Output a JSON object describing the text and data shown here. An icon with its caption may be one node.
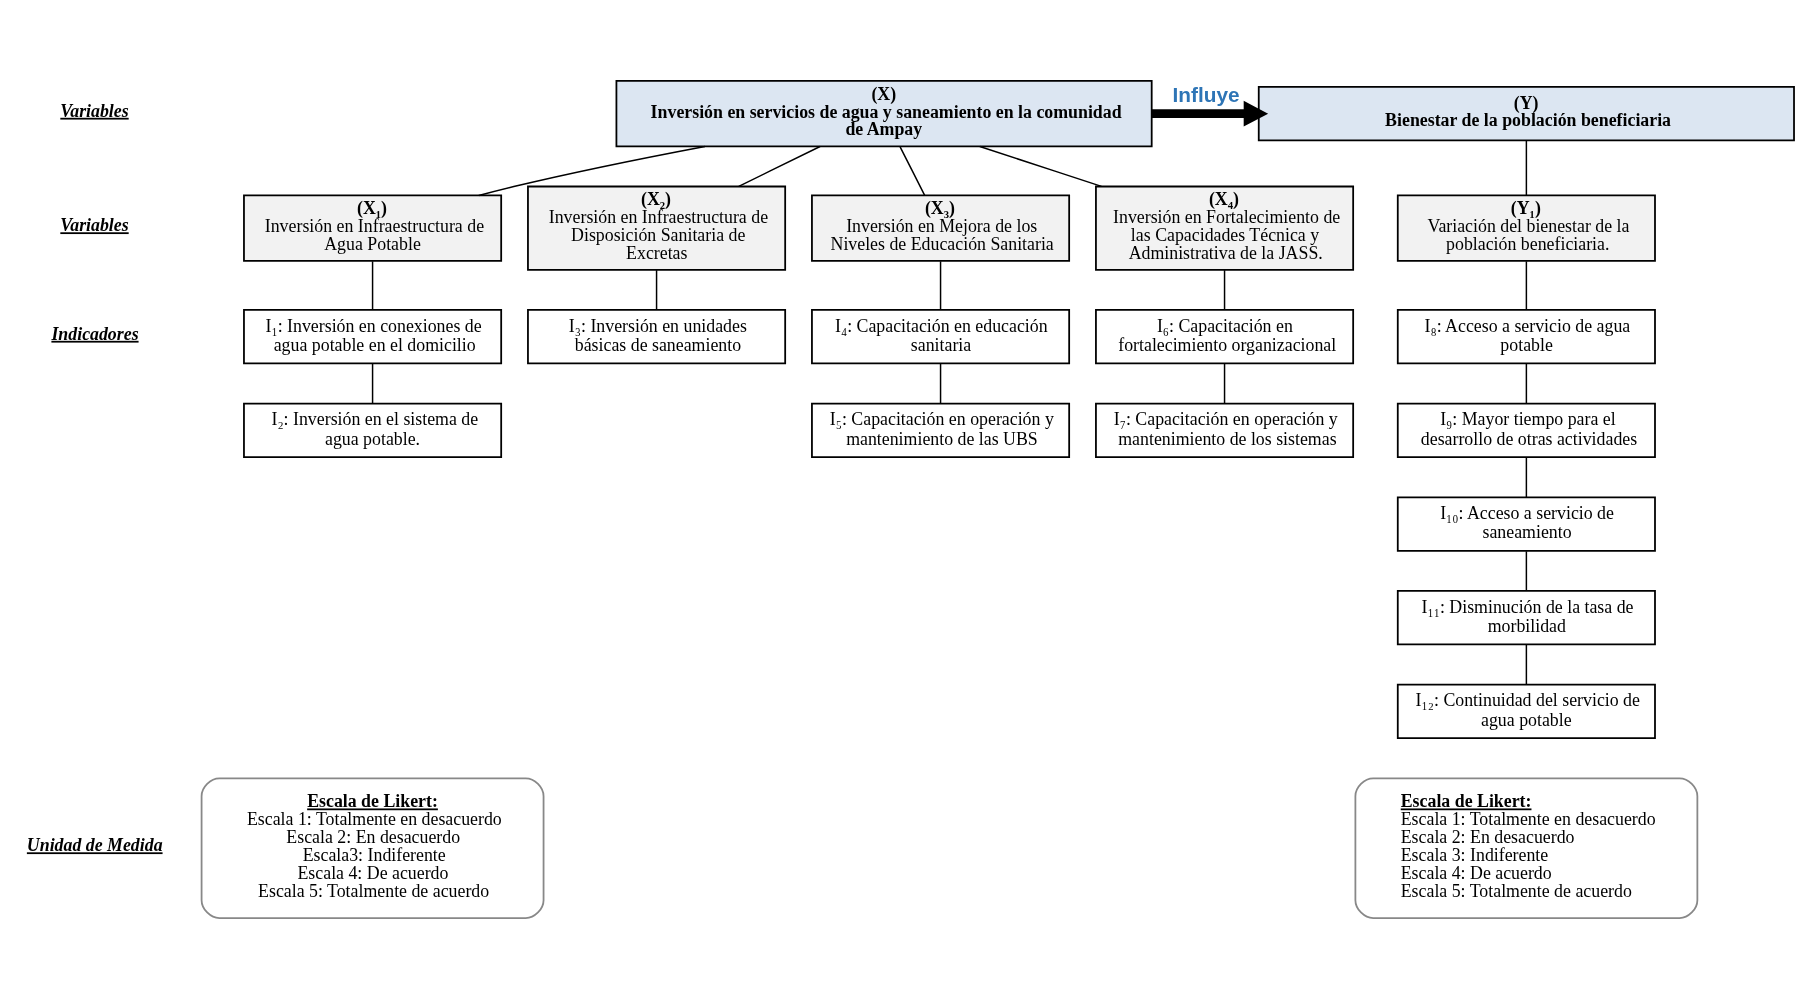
{
  "diagram": {
    "nodes": [
      {
        "text": [
          "(X)",
          "Inversión en servicios de agua y saneamiento en la comunidad de Ampay"
        ]
      },
      {
        "text": [
          "(Y)",
          "Bienestar de la población beneficiaria"
        ]
      },
      {
        "text": [
          "(X₁)",
          "Inversión en Infraestructura de Agua Potable"
        ]
      },
      {
        "text": [
          "(X₂)",
          "Inversión en Infraestructura de Disposición Sanitaria de Excretas"
        ]
      },
      {
        "text": [
          "(X₃)",
          "Inversión en Mejora de los Niveles de Educación Sanitaria"
        ]
      },
      {
        "text": [
          "(X₄)",
          "Inversión en Fortalecimiento de las Capacidades Técnica y Administrativa de la JASS."
        ]
      },
      {
        "text": [
          "(Y₁)",
          "Variación del bienestar de la población beneficiaria."
        ]
      },
      {
        "text": [
          "I₁: Inversión en conexiones de agua potable en el domicilio"
        ]
      },
      {
        "text": [
          "I₃: Inversión en unidades básicas de saneamiento"
        ]
      },
      {
        "text": [
          "I₄: Capacitación en educación sanitaria"
        ]
      },
      {
        "text": [
          "I₆: Capacitación en fortalecimiento organizacional"
        ]
      },
      {
        "text": [
          "I₈: Acceso a servicio de agua potable"
        ]
      },
      {
        "text": [
          "I₂: Inversión en el sistema de agua potable."
        ]
      },
      {
        "text": [
          "I₅: Capacitación en operación y mantenimiento de las UBS"
        ]
      },
      {
        "text": [
          "I₇: Capacitación en operación y mantenimiento de los sistemas"
        ]
      },
      {
        "text": [
          "I₉: Mayor tiempo para el desarrollo de otras actividades"
        ]
      },
      {
        "text": [
          "I₁₀: Acceso a servicio de saneamiento"
        ]
      },
      {
        "text": [
          "I₁₁: Disminución de la tasa de morbilidad"
        ]
      },
      {
        "text": [
          "I₁₂: Continuidad del servicio de agua potable"
        ]
      },
      {
        "text": [
          "Escala de Likert:",
          "Escala 1: Totalmente en desacuerdo",
          "Escala 2: En desacuerdo",
          "Escala3: Indiferente",
          "Escala 4: De acuerdo",
          "Escala 5: Totalmente de acuerdo"
        ]
      },
      {
        "text": [
          "Escala de Likert:",
          "Escala 1: Totalmente en desacuerdo",
          "Escala 2: En desacuerdo",
          "Escala 3: Indiferente",
          "Escala 4: De acuerdo",
          "Escala 5: Totalmente de acuerdo"
        ]
      }
    ],
    "edges": [
      {
        "from": 0,
        "to": 1,
        "arrow": "to",
        "label": "Influye",
        "style": "thick"
      },
      {
        "from": 0,
        "to": 2,
        "arrow": "none"
      },
      {
        "from": 0,
        "to": 3,
        "arrow": "none"
      },
      {
        "from": 0,
        "to": 4,
        "arrow": "none"
      },
      {
        "from": 0,
        "to": 5,
        "arrow": "none"
      },
      {
        "from": 1,
        "to": 6,
        "arrow": "none"
      },
      {
        "from": 2,
        "to": 7,
        "arrow": "none"
      },
      {
        "from": 7,
        "to": 12,
        "arrow": "none"
      },
      {
        "from": 3,
        "to": 8,
        "arrow": "none"
      },
      {
        "from": 4,
        "to": 9,
        "arrow": "none"
      },
      {
        "from": 9,
        "to": 13,
        "arrow": "none"
      },
      {
        "from": 5,
        "to": 10,
        "arrow": "none"
      },
      {
        "from": 10,
        "to": 14,
        "arrow": "none"
      },
      {
        "from": 6,
        "to": 11,
        "arrow": "none"
      },
      {
        "from": 11,
        "to": 15,
        "arrow": "none"
      },
      {
        "from": 15,
        "to": 16,
        "arrow": "none"
      },
      {
        "from": 16,
        "to": 17,
        "arrow": "none"
      },
      {
        "from": 17,
        "to": 18,
        "arrow": "none"
      }
    ],
    "labels": [
      "Variables",
      "Variables",
      "Indicadores",
      "Unidad de Medida"
    ]
  }
}
